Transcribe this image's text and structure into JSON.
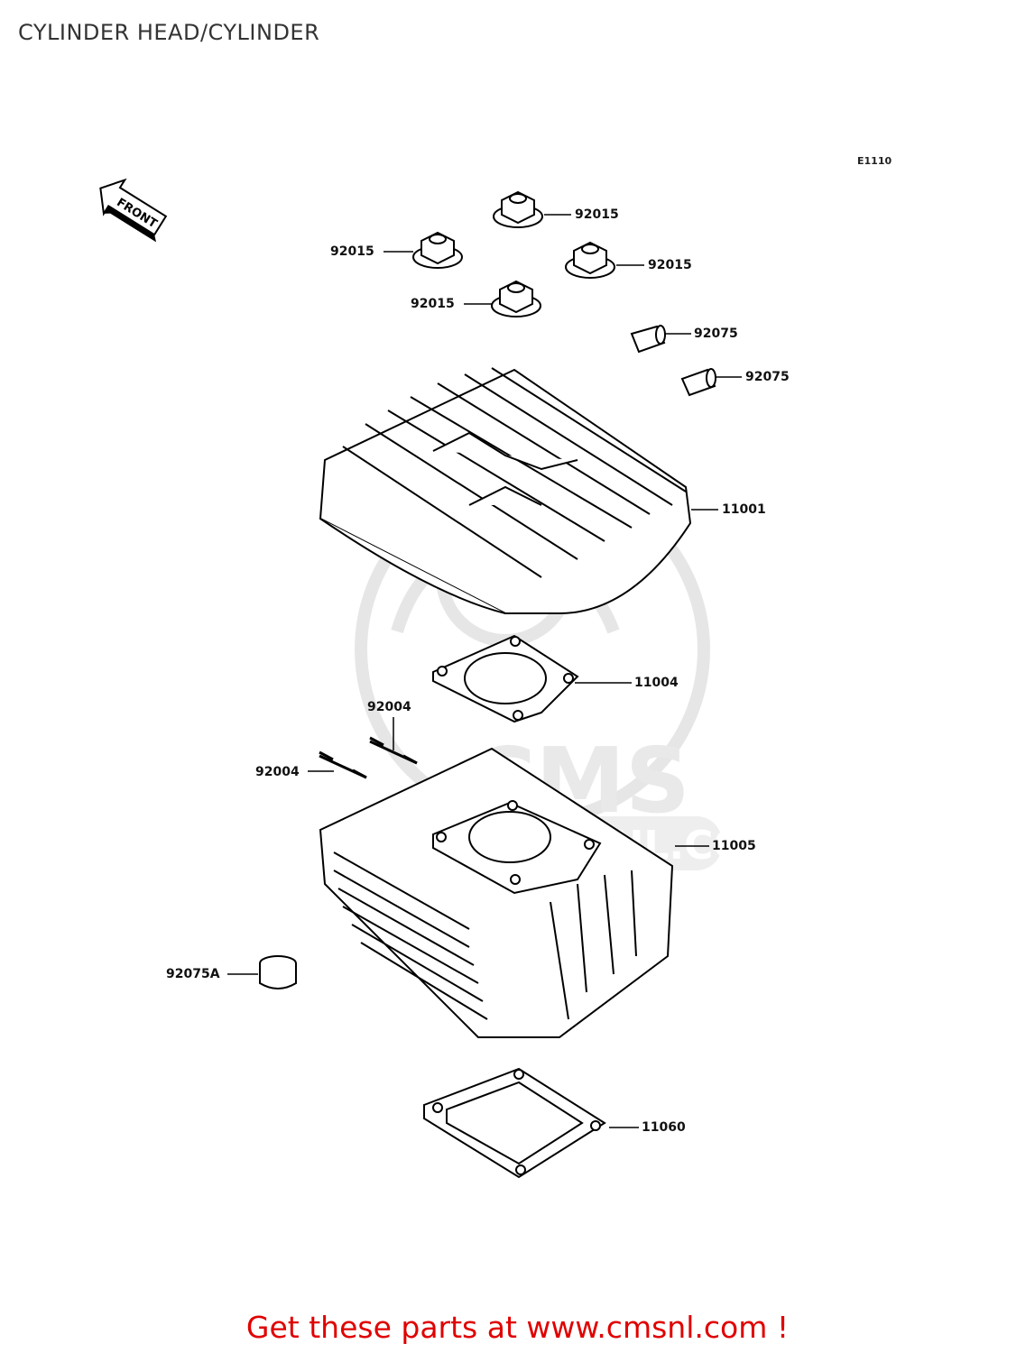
{
  "title": "CYLINDER HEAD/CYLINDER",
  "diagram_code": "E1110",
  "front_indicator": "FRONT",
  "watermark": {
    "brand": "CMS",
    "url": "WWW.CMSNL.COM"
  },
  "callouts": {
    "nut_top": "92015",
    "nut_left": "92015",
    "nut_right": "92015",
    "nut_bottom": "92015",
    "dowel_upper": "92075",
    "dowel_lower": "92075",
    "cylinder_head": "11001",
    "head_gasket": "11004",
    "stud_upper": "92004",
    "stud_lower": "92004",
    "cylinder": "11005",
    "dowel_cylinder": "92075A",
    "base_gasket": "11060"
  },
  "promo": {
    "text": "Get these parts at www.cmsnl.com !"
  },
  "colors": {
    "line": "#000000",
    "watermark": "#e8e8e8",
    "promo": "#e00000"
  }
}
